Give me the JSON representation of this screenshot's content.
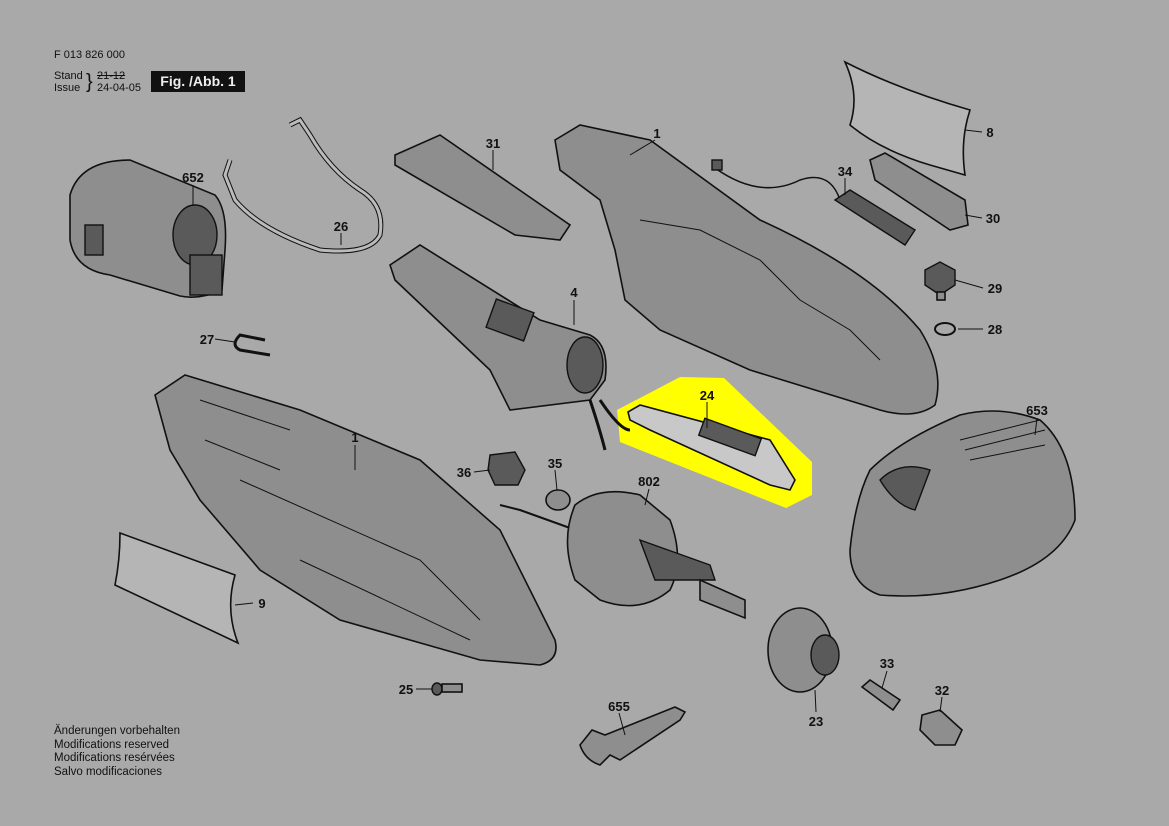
{
  "header": {
    "part_number": "F 013 826 000",
    "stand_label": "Stand",
    "stand_value": "21-12",
    "issue_label": "Issue",
    "issue_value": "24-04-05",
    "figure_label": "Fig. /Abb. 1"
  },
  "notes": [
    "Änderungen vorbehalten",
    "Modifications reserved",
    "Modifications resérvées",
    "Salvo modificaciones"
  ],
  "highlight_color": "#ffff00",
  "highlighted_part": "24",
  "parts": {
    "p652": "652",
    "p26": "26",
    "p31": "31",
    "p1_top": "1",
    "p34": "34",
    "p8": "8",
    "p30": "30",
    "p29": "29",
    "p28": "28",
    "p4": "4",
    "p27": "27",
    "p24": "24",
    "p653": "653",
    "p1_bottom": "1",
    "p36": "36",
    "p35": "35",
    "p802": "802",
    "p9": "9",
    "p33": "33",
    "p32": "32",
    "p25": "25",
    "p23": "23",
    "p655": "655"
  }
}
